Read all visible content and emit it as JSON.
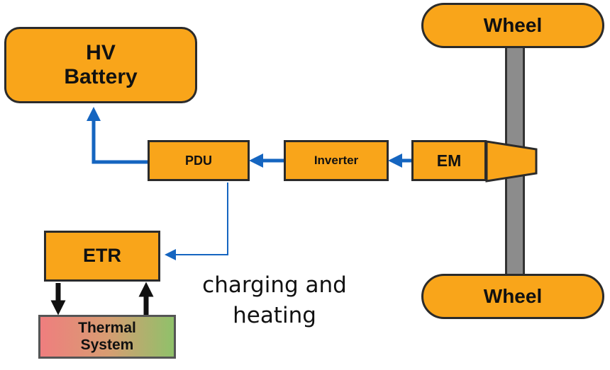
{
  "blocks": {
    "battery_line1": "HV",
    "battery_line2": "Battery",
    "pdu": "PDU",
    "inverter": "Inverter",
    "em": "EM",
    "etr": "ETR",
    "thermal_line1": "Thermal",
    "thermal_line2": "System",
    "wheel_top": "Wheel",
    "wheel_bottom": "Wheel"
  },
  "caption": {
    "line1": "charging and",
    "line2": "heating"
  },
  "colors": {
    "block_fill": "#f9a51a",
    "flow_arrow": "#1565c0",
    "thermal_arrow": "#111111",
    "axle": "#8c8c8c"
  }
}
